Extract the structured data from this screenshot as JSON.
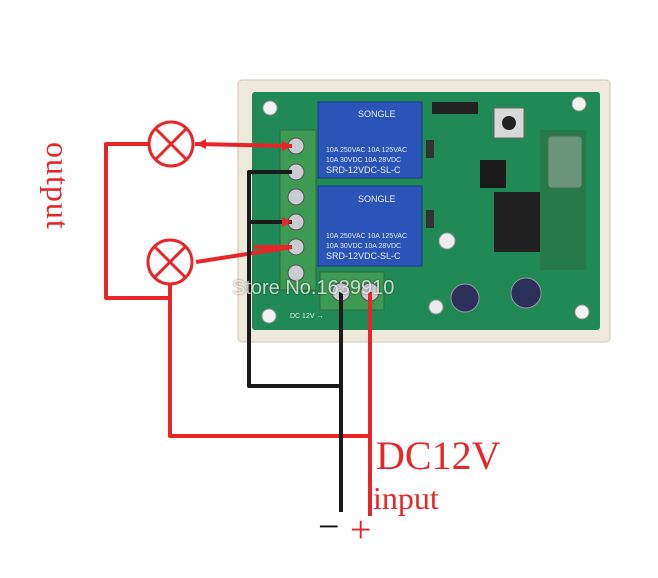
{
  "labels": {
    "output": "output",
    "dc_voltage": "DC12V",
    "input": "input",
    "minus": "−",
    "plus": "+"
  },
  "watermark": "Store No.1639910",
  "board": {
    "dc_label": "DC 12V →",
    "relay_top": {
      "brand": "SONGLE",
      "line1": "10A 250VAC 10A 125VAC",
      "line2": "10A 30VDC 10A 28VDC",
      "model": "SRD-12VDC-SL-C"
    },
    "relay_bottom": {
      "brand": "SONGLE",
      "line1": "10A 250VAC 10A 125VAC",
      "line2": "10A 30VDC 10A 28VDC",
      "model": "SRD-12VDC-SL-C"
    }
  },
  "colors": {
    "wire_red": "#e8262a",
    "wire_black": "#1a1a1a",
    "pcb_green": "#1f8a55",
    "relay_blue": "#2a54b8",
    "terminal_green": "#3c9a52"
  }
}
